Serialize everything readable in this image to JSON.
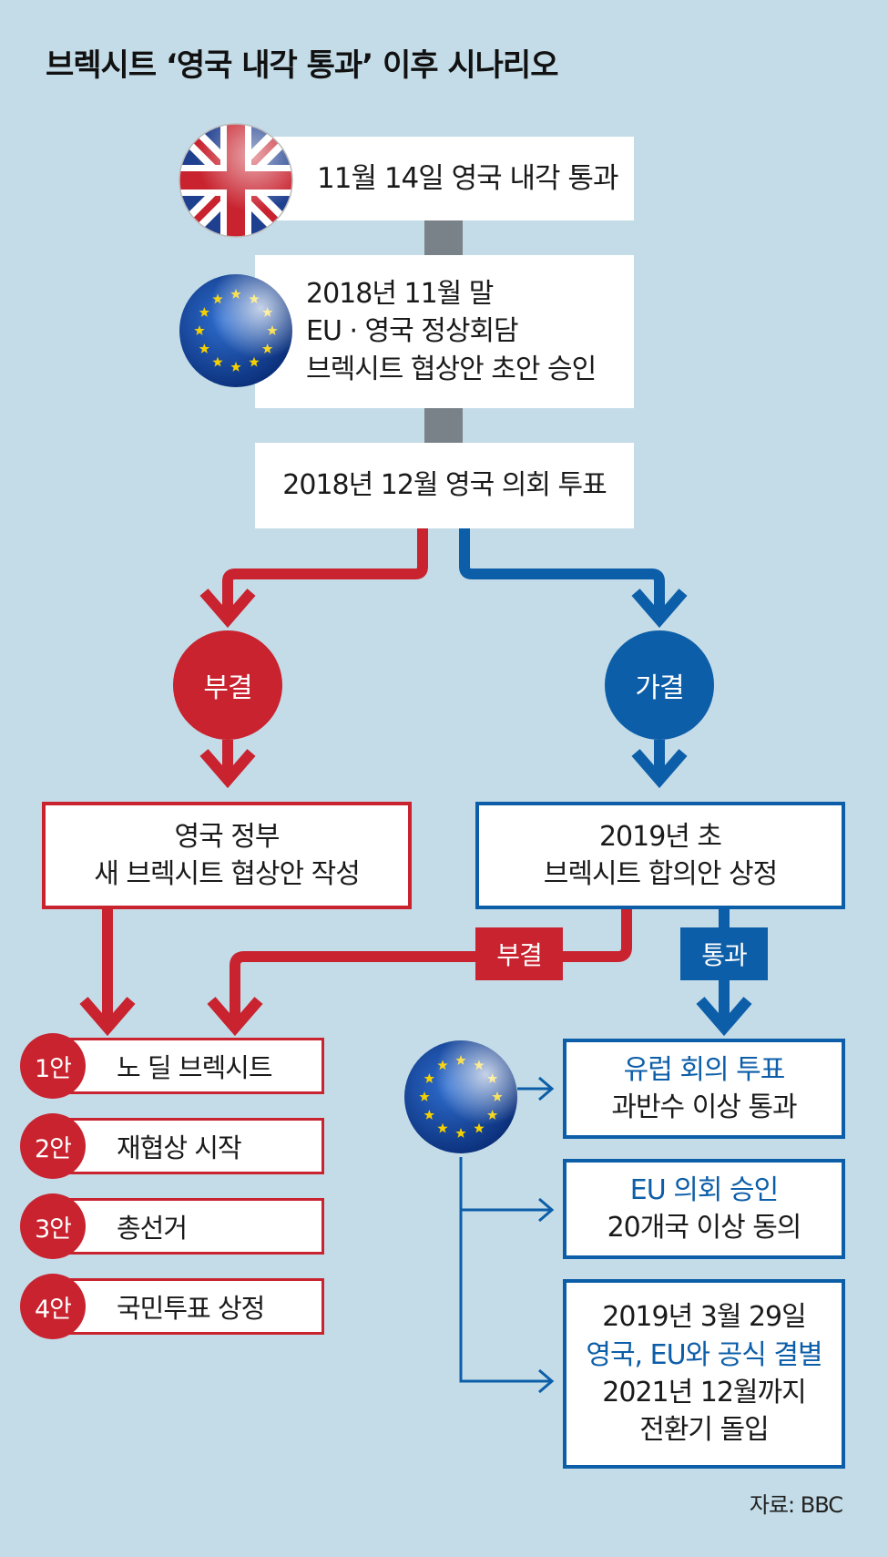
{
  "title": "브렉시트 ‘영국 내각 통과’ 이후 시나리오",
  "steps": {
    "cabinet": "11월 14일 영국 내각 통과",
    "summit": [
      "2018년 11월 말",
      "EU · 영국 정상회담",
      "브렉시트 협상안 초안 승인"
    ],
    "vote": "2018년 12월 영국 의회 투표"
  },
  "branch": {
    "rejected": "부결",
    "passed": "가결"
  },
  "reject_path": {
    "box": [
      "영국 정부",
      "새 브렉시트 협상안 작성"
    ],
    "options": [
      {
        "num": "1안",
        "label": "노 딜 브렉시트"
      },
      {
        "num": "2안",
        "label": "재협상 시작"
      },
      {
        "num": "3안",
        "label": "총선거"
      },
      {
        "num": "4안",
        "label": "국민투표 상정"
      }
    ]
  },
  "pass_path": {
    "box": [
      "2019년 초",
      "브렉시트 합의안 상정"
    ],
    "reject_tag": "부결",
    "pass_tag": "통과",
    "outcomes": [
      {
        "lines": [
          "유럽 회의 투표",
          "과반수 이상 통과"
        ],
        "highlight": 0
      },
      {
        "lines": [
          "EU 의회 승인",
          "20개국 이상 동의"
        ],
        "highlight": 0
      },
      {
        "lines": [
          "2019년 3월 29일",
          "영국, EU와 공식 결별",
          "2021년 12월까지",
          "전환기 돌입"
        ],
        "highlight": 1
      }
    ]
  },
  "source": "자료: BBC",
  "colors": {
    "background": "#c4dce8",
    "red": "#c8232f",
    "blue": "#0d5ea8",
    "connector": "#7a8289"
  },
  "icons": {
    "uk": "uk-flag-icon",
    "eu": "eu-flag-icon"
  }
}
